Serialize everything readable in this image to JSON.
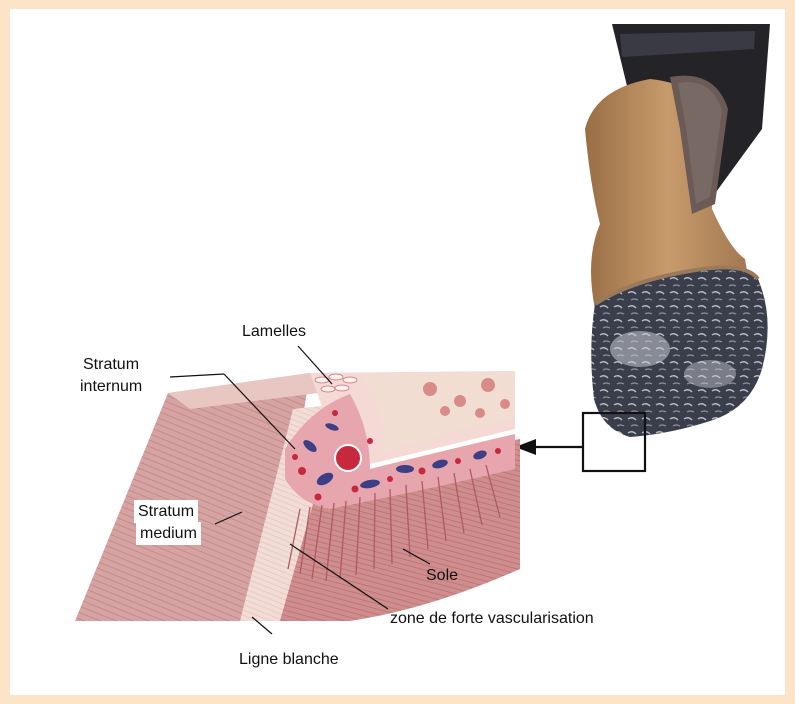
{
  "labels": {
    "lamelles": "Lamelles",
    "stratum_internum_1": "Stratum",
    "stratum_internum_2": "internum",
    "stratum_medium_1": "Stratum",
    "stratum_medium_2": "medium",
    "sole": "Sole",
    "zone": "zone de forte vascularisation",
    "ligne_blanche": "Ligne blanche"
  },
  "colors": {
    "page_border": "#fde3c7",
    "tissue_dark": "#c88a8a",
    "tissue_light": "#efd3cf",
    "vessel_red": "#c8283e",
    "vessel_blue": "#3c3f86",
    "hoof_tan": "#b88a5c",
    "hoof_dark": "#2a2a32"
  }
}
